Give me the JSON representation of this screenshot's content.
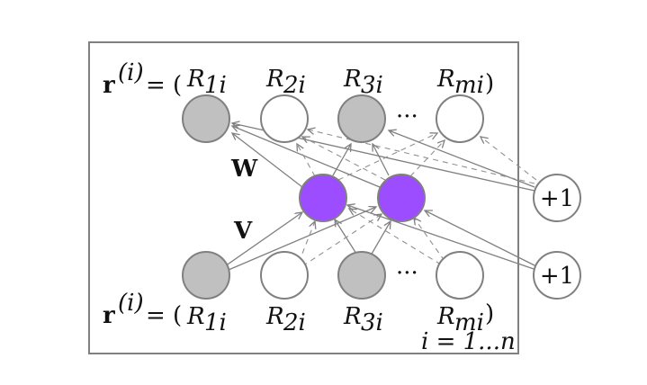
{
  "top_row": {
    "prefix_symbol": "r",
    "prefix_superscript": "(i)",
    "prefix_equals": "= (",
    "labels": [
      {
        "main": "R",
        "sub": "1i"
      },
      {
        "main": "R",
        "sub": "2i"
      },
      {
        "main": "R",
        "sub": "3i"
      },
      {
        "main": "R",
        "sub": "mi"
      }
    ],
    "close_paren": ")",
    "ellipsis": "···"
  },
  "bottom_row": {
    "prefix_symbol": "r",
    "prefix_superscript": "(i)",
    "prefix_equals": "= (",
    "labels": [
      {
        "main": "R",
        "sub": "1i"
      },
      {
        "main": "R",
        "sub": "2i"
      },
      {
        "main": "R",
        "sub": "3i"
      },
      {
        "main": "R",
        "sub": "mi"
      }
    ],
    "close_paren": ")",
    "ellipsis": "···"
  },
  "weights": {
    "top": "W",
    "bottom": "V"
  },
  "bias": {
    "top": "+1",
    "bottom": "+1"
  },
  "plate_label": "i = 1...n",
  "colors": {
    "observed": "#c0c0c0",
    "missing": "#ffffff",
    "hidden": "#9b4dff",
    "stroke": "#808080"
  }
}
